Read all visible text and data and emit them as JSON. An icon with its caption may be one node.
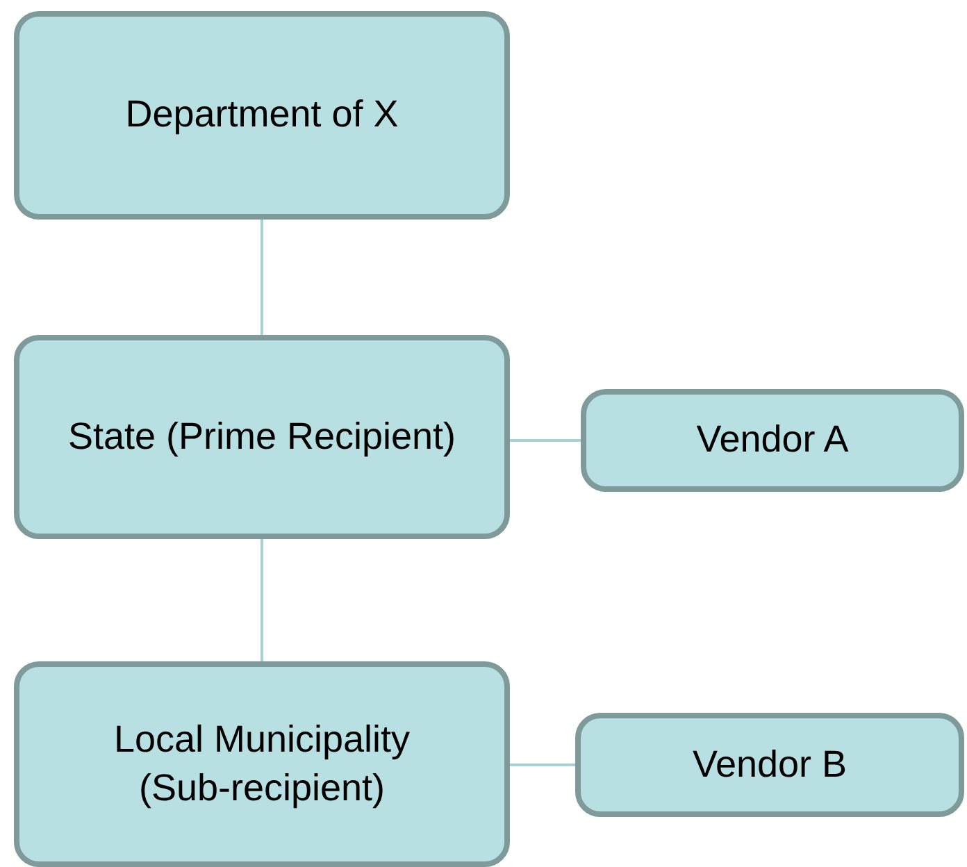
{
  "diagram": {
    "nodes": [
      {
        "text": [
          "Department of X"
        ]
      },
      {
        "text": [
          "State (Prime Recipient)"
        ]
      },
      {
        "text": [
          "Local Municipality (Sub-recipient)"
        ]
      },
      {
        "text": [
          "Vendor A"
        ]
      },
      {
        "text": [
          "Vendor B"
        ]
      }
    ],
    "edges": [
      {
        "from": 0,
        "to": 1,
        "arrow": "none"
      },
      {
        "from": 1,
        "to": 2,
        "arrow": "none"
      },
      {
        "from": 1,
        "to": 3,
        "arrow": "none"
      },
      {
        "from": 2,
        "to": 4,
        "arrow": "none"
      }
    ]
  }
}
